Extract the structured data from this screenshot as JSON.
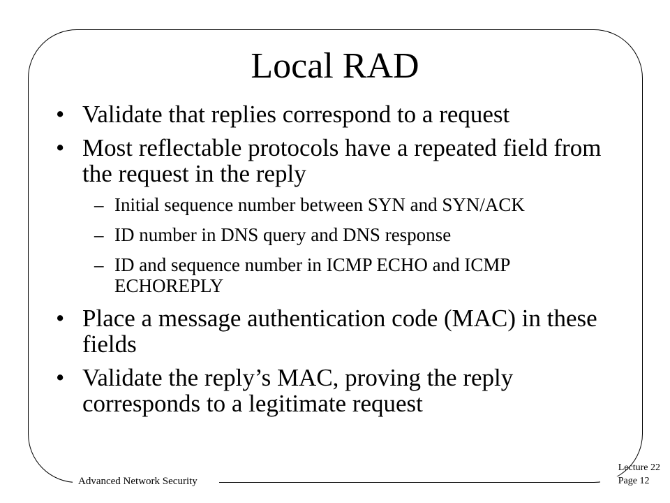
{
  "slide": {
    "title": "Local RAD",
    "bullets": [
      "Validate that replies correspond to a request",
      "Most reflectable protocols have a repeated field from the request in the reply",
      "Place a message authentication code (MAC) in these fields",
      "Validate the reply’s MAC, proving the reply corresponds to a legitimate request"
    ],
    "sub_bullets": [
      "Initial sequence number between SYN and SYN/ACK",
      "ID number in DNS query and DNS response",
      "ID and sequence number in ICMP ECHO and ICMP ECHOREPLY"
    ],
    "bullet_marker": "•",
    "sub_marker": "–"
  },
  "footer": {
    "course": "Advanced Network Security",
    "lecture": "Lecture 22",
    "page": "Page 12"
  }
}
